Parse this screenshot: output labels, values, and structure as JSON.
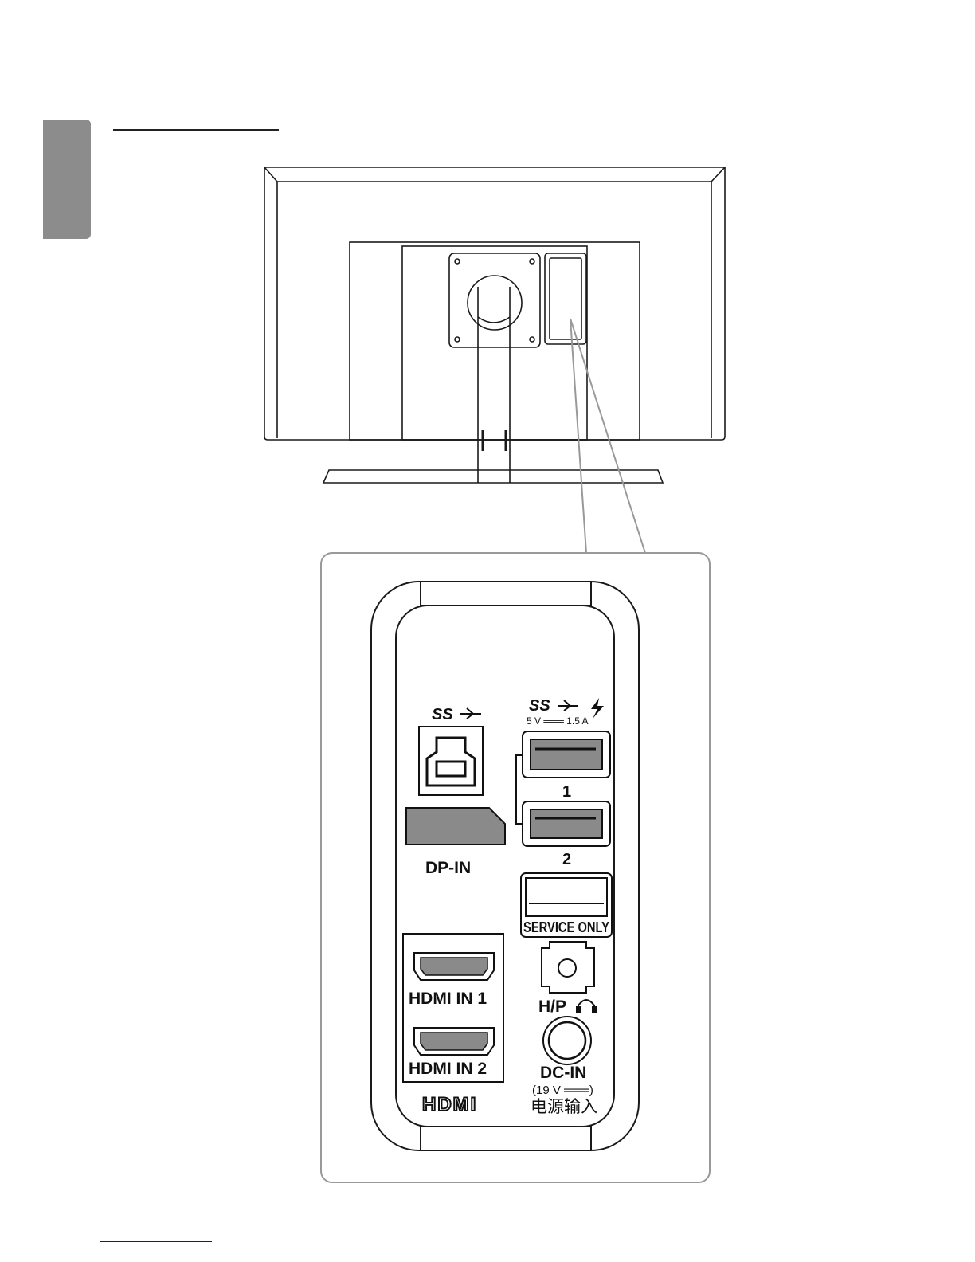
{
  "ports": {
    "usb_ss_symbol": "SS",
    "usb_power_spec": "5 V ═══ 1.5 A",
    "usb_port_1": "1",
    "usb_port_2": "2",
    "dp_in": "DP-IN",
    "service_only": "SERVICE ONLY",
    "hdmi_in_1": "HDMI IN 1",
    "hdmi_in_2": "HDMI IN 2",
    "hdmi_logo": "HDMI",
    "hp": "H/P",
    "dc_in": "DC-IN",
    "dc_spec": "(19 V ═══)",
    "dc_chinese": "电源输入"
  },
  "icons": {
    "usb": "usb-trident-icon",
    "charge": "lightning-icon",
    "headphone": "headphone-icon"
  },
  "colors": {
    "line": "#1a1a1a",
    "port_fill": "#8a8a8a",
    "tab": "#8c8c8c",
    "callout": "#999999"
  }
}
